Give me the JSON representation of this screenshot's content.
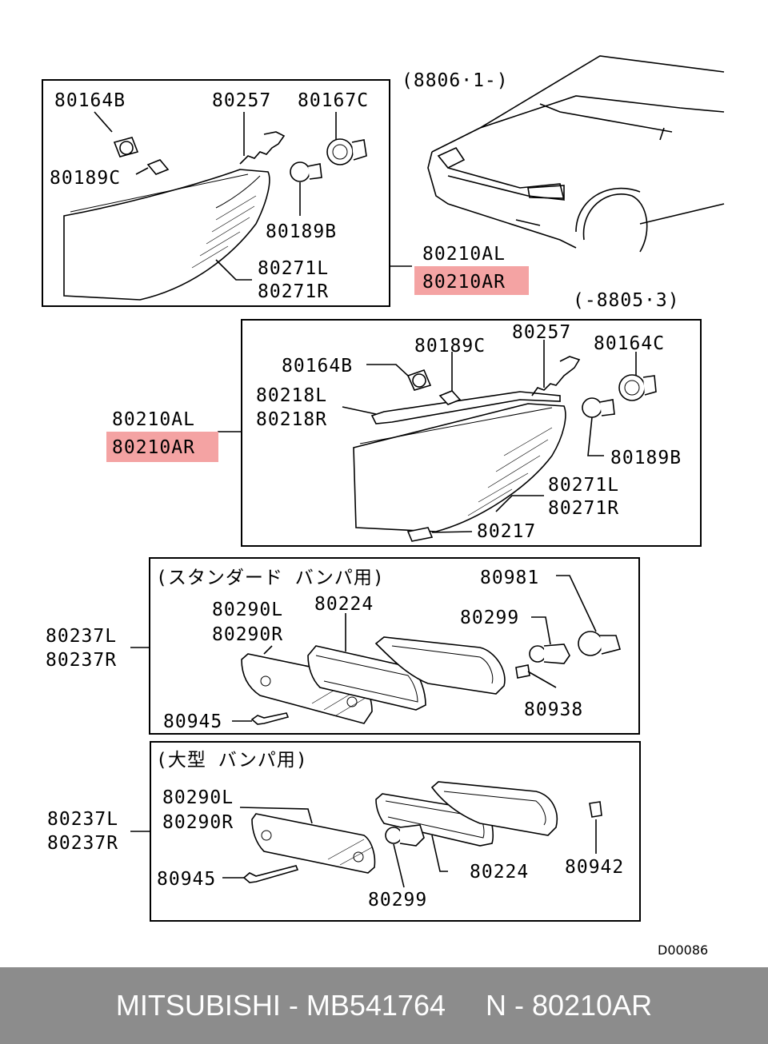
{
  "diagram": {
    "labels": {
      "date_new": "(8806·1-)",
      "date_old": "(-8805·3)",
      "top_80164B": "80164B",
      "top_80257": "80257",
      "top_80167C": "80167C",
      "top_80189C": "80189C",
      "top_80189B": "80189B",
      "top_80271L": "80271L",
      "top_80271R": "80271R",
      "top_80210AL": "80210AL",
      "top_80210AR": "80210AR",
      "mid_80189C": "80189C",
      "mid_80257": "80257",
      "mid_80164C": "80164C",
      "mid_80164B": "80164B",
      "mid_80218L": "80218L",
      "mid_80218R": "80218R",
      "mid_80210AL": "80210AL",
      "mid_80210AR": "80210AR",
      "mid_80189B": "80189B",
      "mid_80271L": "80271L",
      "mid_80271R": "80271R",
      "mid_80217": "80217",
      "std_title": "(スタンダード バンパ用)",
      "std_80981": "80981",
      "std_80290L": "80290L",
      "std_80224": "80224",
      "std_80299": "80299",
      "std_80290R": "80290R",
      "std_80237L": "80237L",
      "std_80237R": "80237R",
      "std_80938": "80938",
      "std_80945": "80945",
      "big_title": "(大型 バンパ用)",
      "big_80290L": "80290L",
      "big_80290R": "80290R",
      "big_80237L": "80237L",
      "big_80237R": "80237R",
      "big_80945": "80945",
      "big_80224": "80224",
      "big_80942": "80942",
      "big_80299": "80299",
      "code": "D00086"
    },
    "highlight_color": "#f4a3a3"
  },
  "footer": {
    "text": "MITSUBISHI - MB541764     N - 80210AR"
  }
}
